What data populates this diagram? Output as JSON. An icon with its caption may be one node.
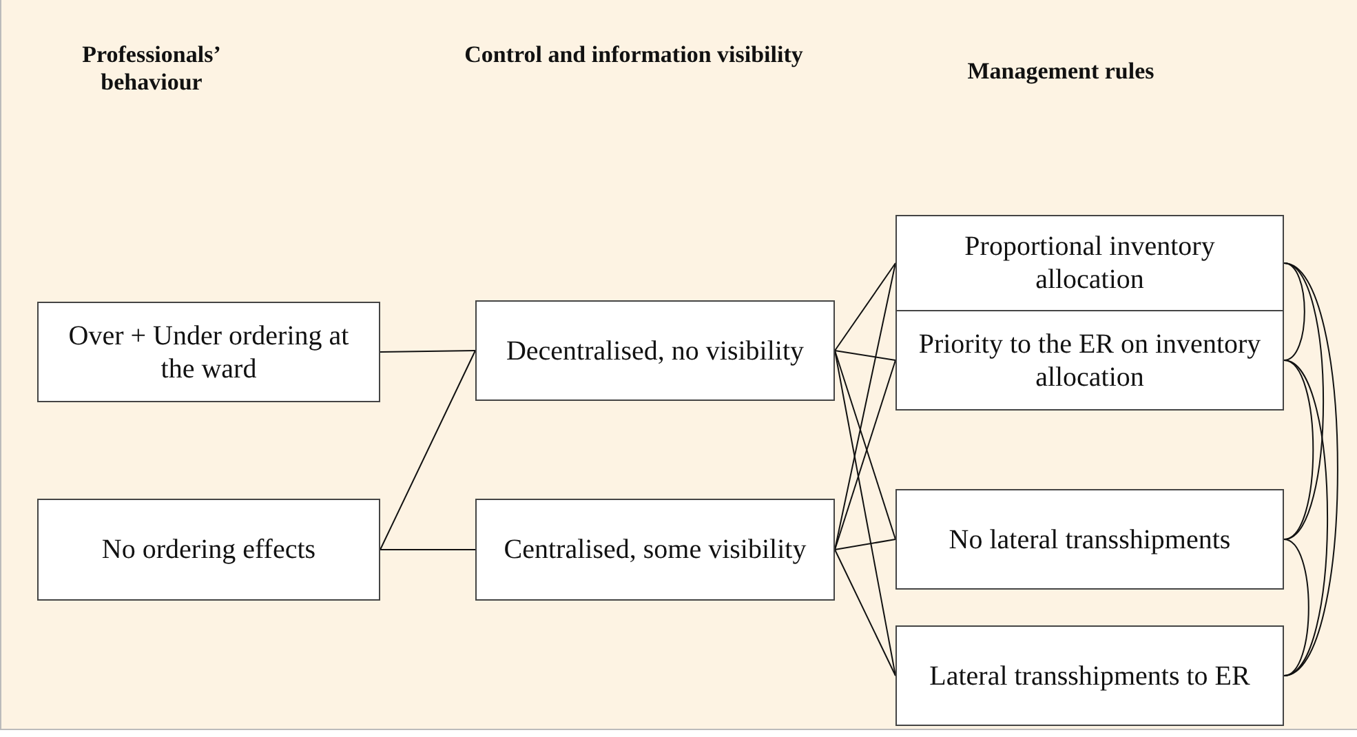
{
  "diagram": {
    "nodes": [
      {
        "text": [
          "Over + Under ordering at the ward"
        ]
      },
      {
        "text": [
          "No ordering effects"
        ]
      },
      {
        "text": [
          "Decentralised, no visibility"
        ]
      },
      {
        "text": [
          "Centralised, some visibility"
        ]
      },
      {
        "text": [
          "Proportional inventory allocation"
        ]
      },
      {
        "text": [
          "Priority to the ER on inventory allocation"
        ]
      },
      {
        "text": [
          "No lateral transshipments"
        ]
      },
      {
        "text": [
          "Lateral transshipments to ER"
        ]
      }
    ],
    "edges": [
      {
        "from": 0,
        "to": 2,
        "arrow": "none"
      },
      {
        "from": 1,
        "to": 2,
        "arrow": "none"
      },
      {
        "from": 1,
        "to": 3,
        "arrow": "none"
      },
      {
        "from": 2,
        "to": 4,
        "arrow": "none"
      },
      {
        "from": 2,
        "to": 5,
        "arrow": "none"
      },
      {
        "from": 2,
        "to": 6,
        "arrow": "none"
      },
      {
        "from": 2,
        "to": 7,
        "arrow": "none"
      },
      {
        "from": 3,
        "to": 4,
        "arrow": "none"
      },
      {
        "from": 3,
        "to": 5,
        "arrow": "none"
      },
      {
        "from": 3,
        "to": 6,
        "arrow": "none"
      },
      {
        "from": 3,
        "to": 7,
        "arrow": "none"
      },
      {
        "from": 4,
        "to": 5,
        "arrow": "none"
      },
      {
        "from": 4,
        "to": 6,
        "arrow": "none"
      },
      {
        "from": 4,
        "to": 7,
        "arrow": "none"
      },
      {
        "from": 5,
        "to": 6,
        "arrow": "none"
      },
      {
        "from": 5,
        "to": 7,
        "arrow": "none"
      },
      {
        "from": 6,
        "to": 7,
        "arrow": "none"
      }
    ],
    "labels": [
      "Professionals’ behaviour",
      "Control and information visibility",
      "Management rules"
    ]
  }
}
